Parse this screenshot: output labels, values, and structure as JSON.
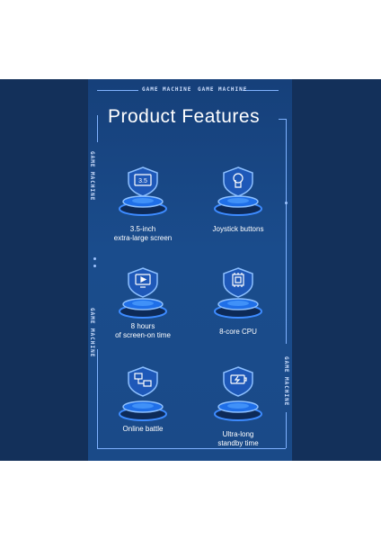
{
  "banner": {
    "top_tags": [
      "GAME MACHINE",
      "GAME MACHINE"
    ],
    "side_tags": [
      "GAME MACHINE",
      "GAME MACHINE",
      "GAME MACHINE"
    ],
    "title": "Product Features"
  },
  "features": [
    {
      "icon": "screen-size-icon",
      "badge": "3.5",
      "label": "3.5-inch\nextra-large screen"
    },
    {
      "icon": "joystick-touch-icon",
      "label": "Joystick buttons"
    },
    {
      "icon": "monitor-play-icon",
      "label": "8 hours\nof screen-on time"
    },
    {
      "icon": "cpu-chip-icon",
      "label": "8-core CPU"
    },
    {
      "icon": "network-battle-icon",
      "label": "Online battle"
    },
    {
      "icon": "battery-charge-icon",
      "label": "Ultra-long\nstandby time"
    }
  ],
  "colors": {
    "outer_background": "#13305a",
    "panel": "#1a4c8c",
    "glow": "#3d8bff",
    "text": "#ffffff"
  }
}
